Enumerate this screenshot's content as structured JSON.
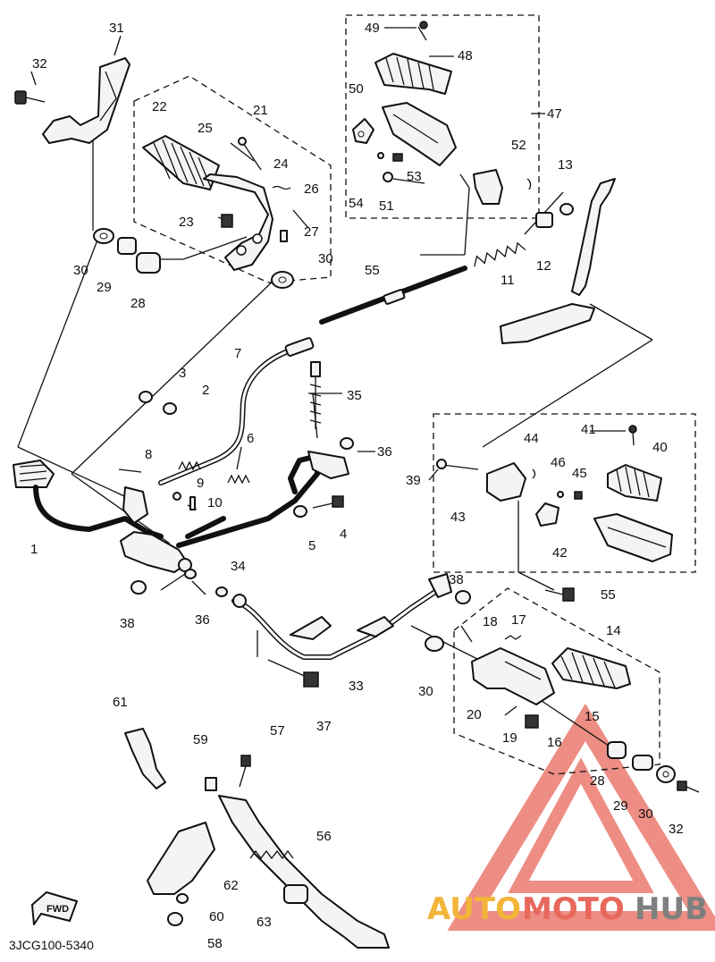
{
  "diagram": {
    "code": "3JCG100-5340",
    "fwd": "FWD",
    "callouts": [
      "1",
      "2",
      "3",
      "4",
      "5",
      "6",
      "7",
      "8",
      "9",
      "10",
      "11",
      "12",
      "13",
      "14",
      "15",
      "16",
      "17",
      "18",
      "19",
      "20",
      "21",
      "22",
      "23",
      "24",
      "25",
      "26",
      "27",
      "28",
      "29",
      "30",
      "31",
      "32",
      "33",
      "34",
      "35",
      "36",
      "37",
      "38",
      "39",
      "40",
      "41",
      "42",
      "43",
      "44",
      "45",
      "46",
      "47",
      "48",
      "49",
      "50",
      "51",
      "52",
      "53",
      "54",
      "55",
      "56",
      "57",
      "58",
      "59",
      "60",
      "61",
      "62",
      "63"
    ],
    "extra_callouts": [
      "28",
      "29",
      "30",
      "30",
      "32",
      "36",
      "38"
    ]
  },
  "watermark": {
    "part1": "AUTO",
    "part2": "MOTO",
    "part3": "HUB",
    "color1": "#f3b43a",
    "color2": "#e8685c",
    "color3": "#7f7f7f",
    "logo_color": "#e8685c"
  }
}
